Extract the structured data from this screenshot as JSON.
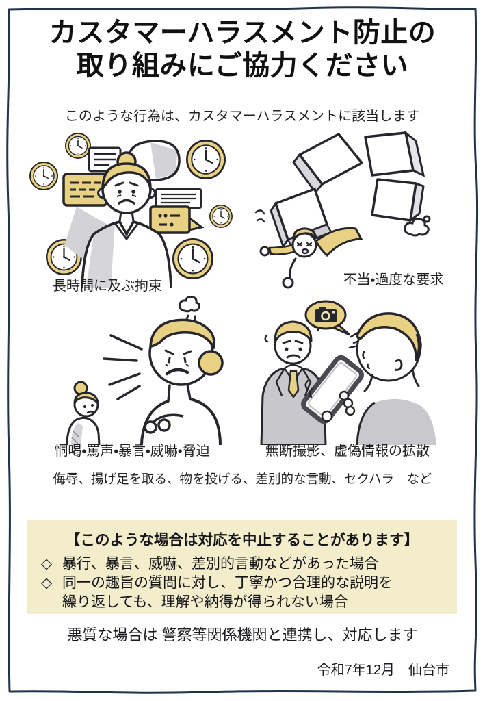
{
  "poster": {
    "title_line1": "カスタマーハラスメント防止の",
    "title_line2": "取り組みにご協力ください",
    "subtitle": "このような行為は、カスタマーハラスメントに該当します",
    "examples": [
      {
        "caption": "長時間に及ぶ拘束",
        "illustration": "worker-surrounded-by-clocks-and-speech-bubbles"
      },
      {
        "caption": "不当・過度な要求",
        "illustration": "person-crushed-under-pile-of-boxes"
      },
      {
        "caption": "恫喝・罵声・暴言・威嚇・脅迫",
        "illustration": "customer-shouting-at-small-worker"
      },
      {
        "caption": "無断撮影、虚偽情報の拡散",
        "illustration": "man-secretly-photographing-with-smartphone"
      }
    ],
    "additional_examples": "侮辱、揚げ足を取る、物を投げる、差別的な言動、セクハラ　など",
    "notice_box": {
      "heading": "【このような場合は対応を中止することがあります】",
      "bullet_glyph": "◇",
      "items": [
        {
          "line1": "暴行、暴言、威嚇、差別的言動などがあった場合",
          "line2": ""
        },
        {
          "line1": "同一の趣旨の質問に対し、丁寧かつ合理的な説明を",
          "line2": "繰り返しても、理解や納得が得られない場合"
        }
      ]
    },
    "footer_warning": "悪質な場合は 警察等関係機関と連携し、対応します",
    "date_city": "令和7年12月　仙台市",
    "colors": {
      "accent_yellow": "#e9d184",
      "notice_box_bg": "#f3edcc",
      "outline_ink": "#26262c",
      "shade_gray": "#c9c9cd",
      "frame_navy": "#22344a"
    }
  }
}
